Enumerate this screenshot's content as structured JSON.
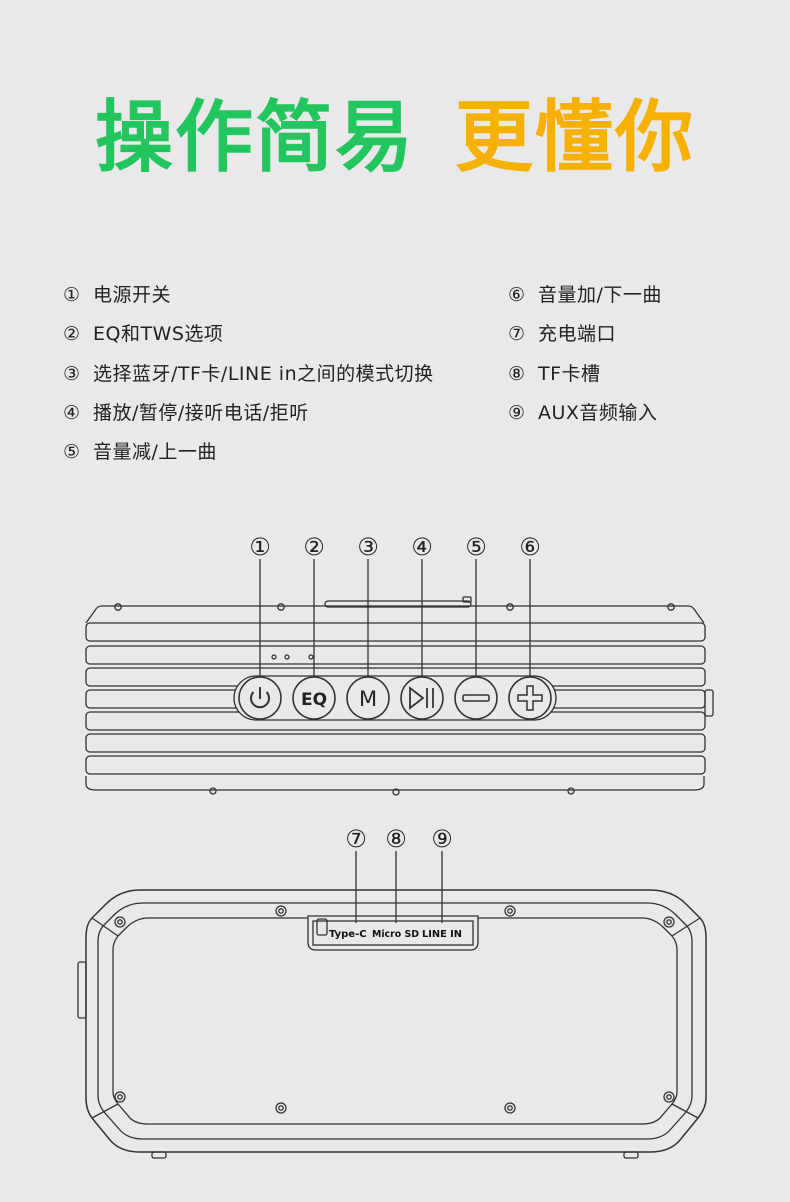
{
  "title": {
    "part1": "操作简易",
    "part2": "更懂你",
    "color1": "#22c55e",
    "color2": "#f5b000"
  },
  "features": [
    {
      "num": "①",
      "text": "电源开关"
    },
    {
      "num": "②",
      "text": "EQ和TWS选项"
    },
    {
      "num": "③",
      "text": "选择蓝牙/TF卡/LINE in之间的模式切换"
    },
    {
      "num": "④",
      "text": "播放/暂停/接听电话/拒听"
    },
    {
      "num": "⑤",
      "text": "音量减/上一曲"
    },
    {
      "num": "⑥",
      "text": "音量加/下一曲"
    },
    {
      "num": "⑦",
      "text": "充电端口"
    },
    {
      "num": "⑧",
      "text": "TF卡槽"
    },
    {
      "num": "⑨",
      "text": "AUX音频输入"
    }
  ],
  "top_callouts": [
    "①",
    "②",
    "③",
    "④",
    "⑤",
    "⑥"
  ],
  "buttons": [
    {
      "icon": "power-icon",
      "label": ""
    },
    {
      "icon": "eq-icon",
      "label": "EQ"
    },
    {
      "icon": "mode-icon",
      "label": "M"
    },
    {
      "icon": "play-pause-icon",
      "label": ""
    },
    {
      "icon": "minus-icon",
      "label": ""
    },
    {
      "icon": "plus-icon",
      "label": ""
    }
  ],
  "bottom_callouts": [
    "⑦",
    "⑧",
    "⑨"
  ],
  "port_labels": {
    "typec": "Type-C",
    "microsd": "Micro SD",
    "linein": "LINE IN"
  }
}
